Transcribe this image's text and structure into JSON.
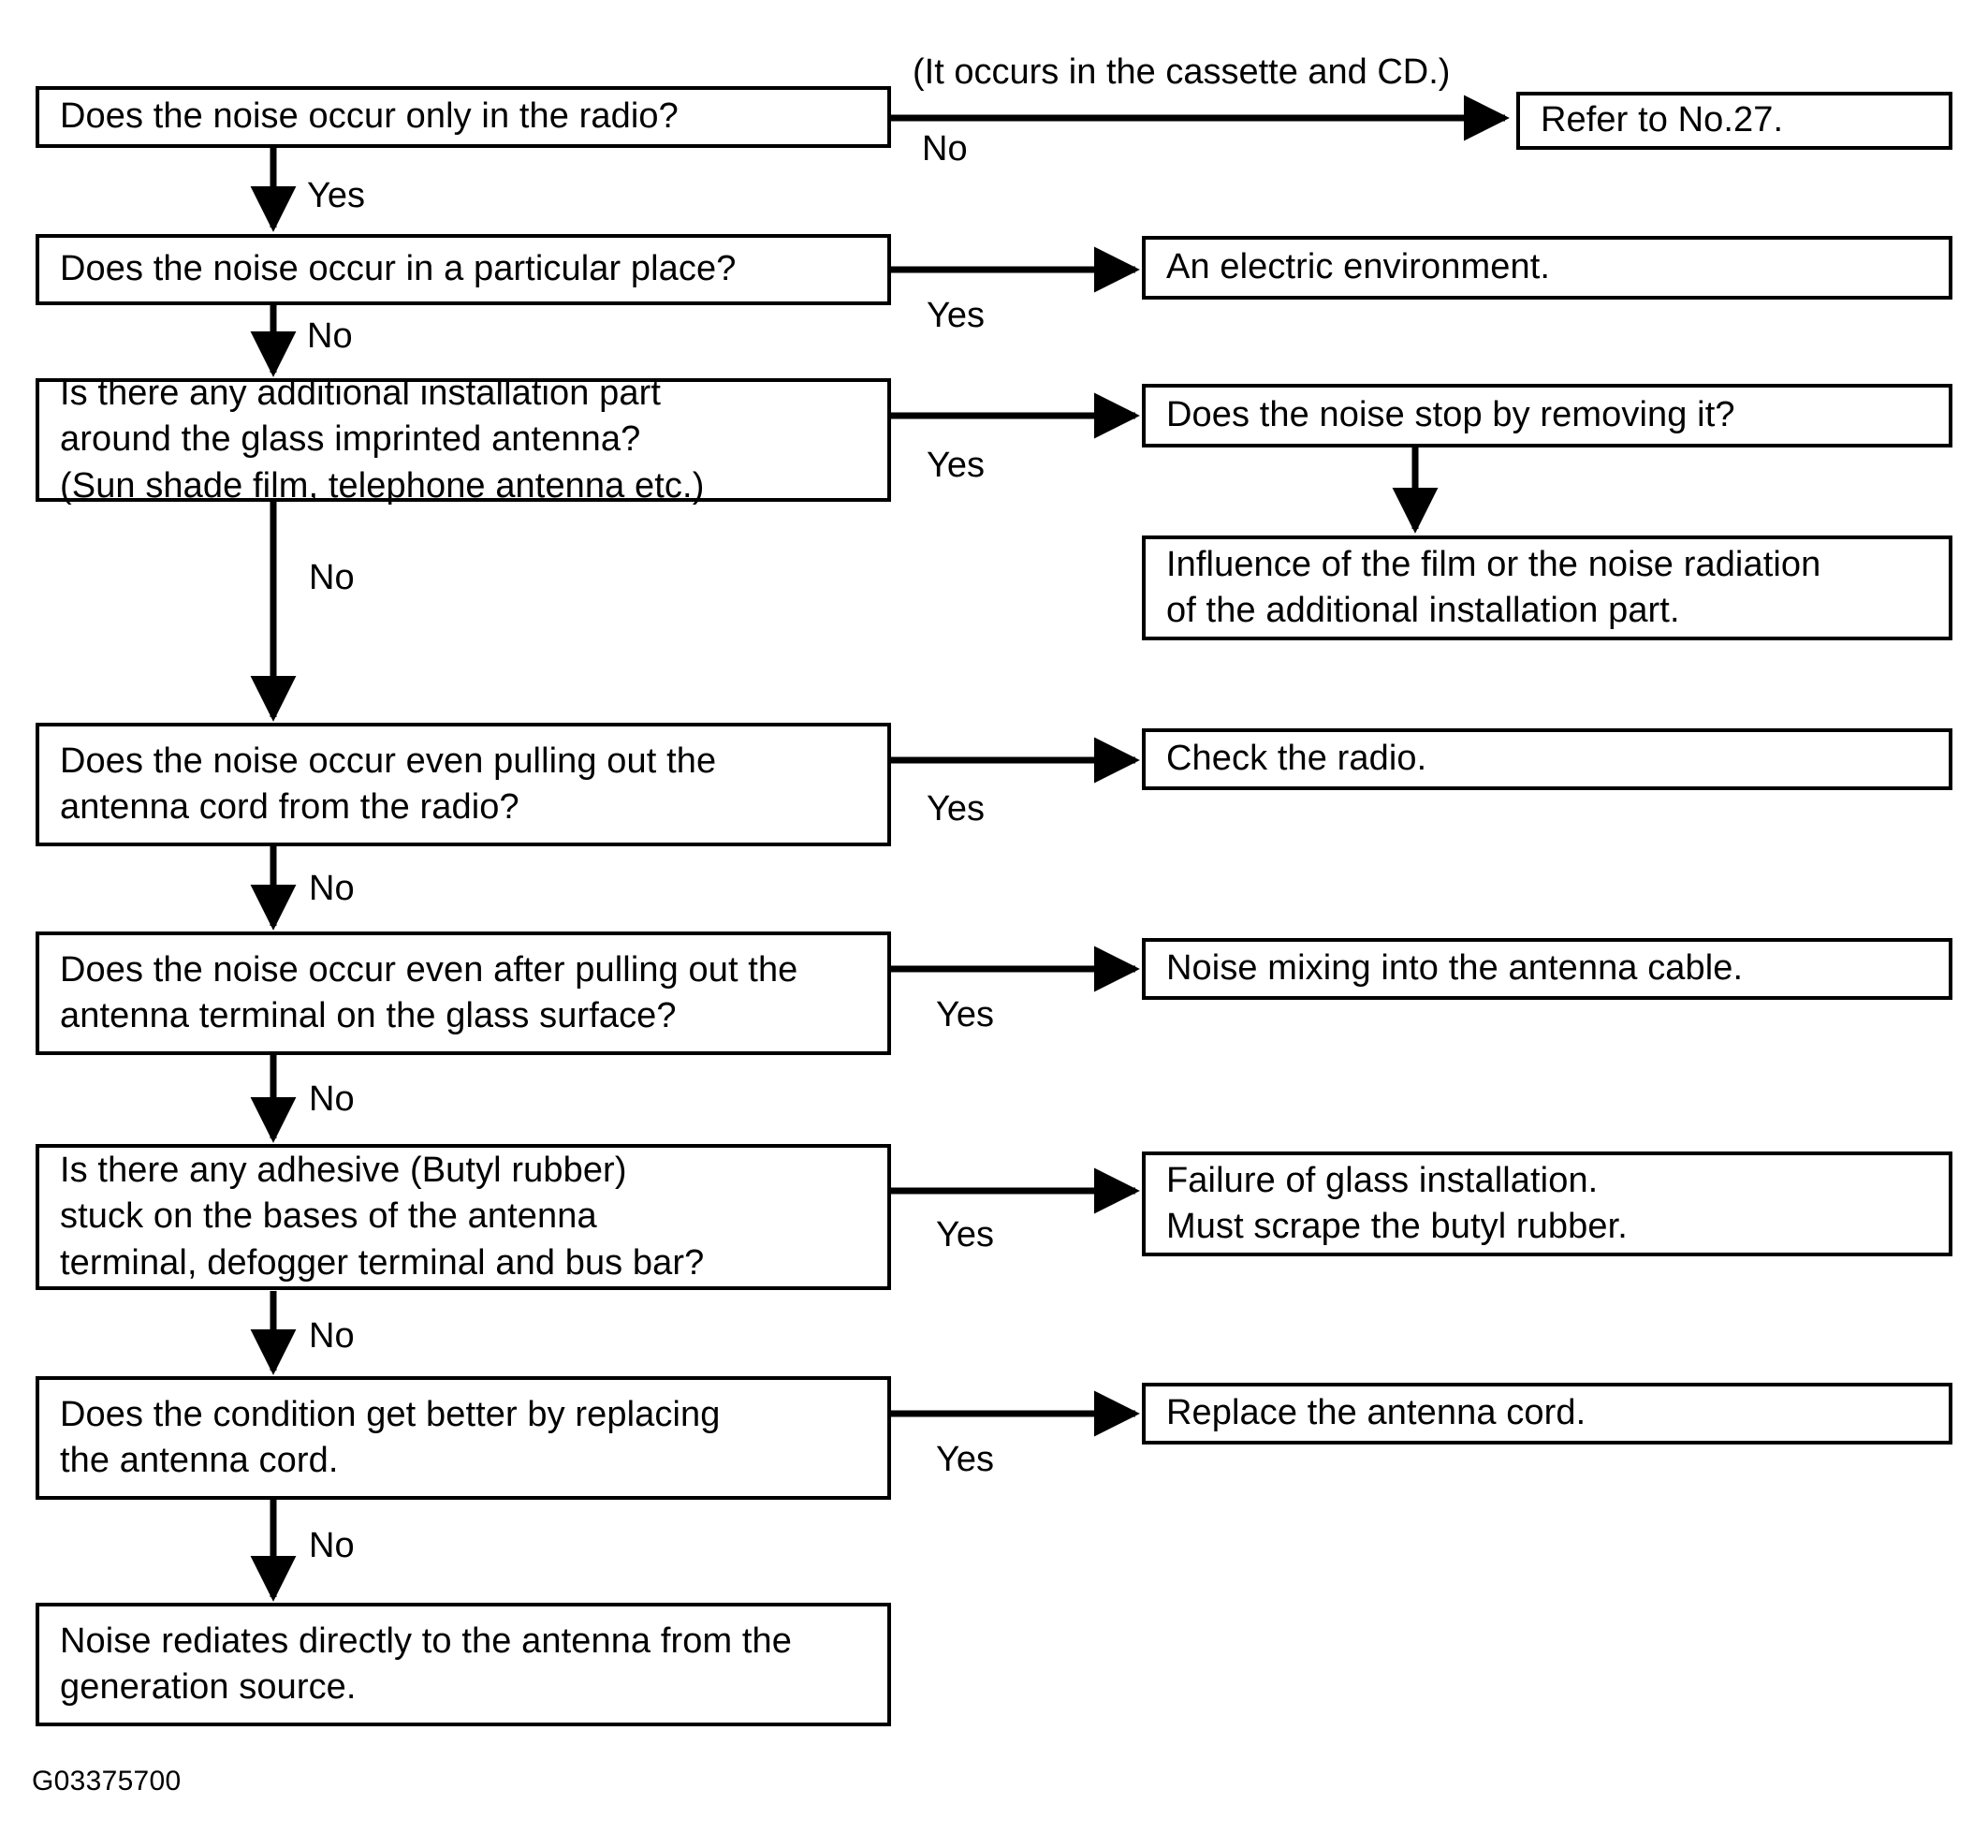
{
  "diagram": {
    "type": "flowchart",
    "title": "Radio noise troubleshooting flowchart",
    "footer_code": "G03375700",
    "annotations": [
      {
        "id": "cassette-cd-note",
        "text": "(It occurs in the cassette and CD.)"
      }
    ],
    "nodes": [
      {
        "id": "q1",
        "text": "Does the noise occur only in the radio?"
      },
      {
        "id": "a1",
        "text": "Refer to No.27."
      },
      {
        "id": "q2",
        "text": "Does the noise occur in a particular place?"
      },
      {
        "id": "a2",
        "text": "An electric environment."
      },
      {
        "id": "q3",
        "text": "Is there any additional installation part\naround the glass imprinted antenna?\n(Sun shade film, telephone antenna etc.)"
      },
      {
        "id": "q3y",
        "text": "Does the noise stop by removing it?"
      },
      {
        "id": "a3",
        "text": "Influence of the film or the noise radiation\nof the additional installation part."
      },
      {
        "id": "q4",
        "text": "Does the noise occur even pulling out the\nantenna cord from the radio?"
      },
      {
        "id": "a4",
        "text": "Check the radio."
      },
      {
        "id": "q5",
        "text": "Does the noise occur even after pulling out the\nantenna terminal on the glass surface?"
      },
      {
        "id": "a5",
        "text": "Noise mixing into the antenna cable."
      },
      {
        "id": "q6",
        "text": "Is there any adhesive (Butyl rubber)\nstuck on the bases of the antenna\nterminal, defogger terminal and bus bar?"
      },
      {
        "id": "a6",
        "text": "Failure of glass installation.\nMust scrape the butyl rubber."
      },
      {
        "id": "q7",
        "text": "Does the condition get better by replacing\nthe antenna cord."
      },
      {
        "id": "a7",
        "text": "Replace the antenna cord."
      },
      {
        "id": "q8",
        "text": "Noise rediates directly to the antenna from the\ngeneration source."
      }
    ],
    "edges": [
      {
        "id": "e1",
        "from": "q1",
        "to": "a1",
        "label": "No"
      },
      {
        "id": "e2",
        "from": "q1",
        "to": "q2",
        "label": "Yes"
      },
      {
        "id": "e3",
        "from": "q2",
        "to": "a2",
        "label": "Yes"
      },
      {
        "id": "e4",
        "from": "q2",
        "to": "q3",
        "label": "No"
      },
      {
        "id": "e5",
        "from": "q3",
        "to": "q3y",
        "label": "Yes"
      },
      {
        "id": "e6",
        "from": "q3y",
        "to": "a3",
        "label": ""
      },
      {
        "id": "e7",
        "from": "q3",
        "to": "q4",
        "label": "No"
      },
      {
        "id": "e8",
        "from": "q4",
        "to": "a4",
        "label": "Yes"
      },
      {
        "id": "e9",
        "from": "q4",
        "to": "q5",
        "label": "No"
      },
      {
        "id": "e10",
        "from": "q5",
        "to": "a5",
        "label": "Yes"
      },
      {
        "id": "e11",
        "from": "q5",
        "to": "q6",
        "label": "No"
      },
      {
        "id": "e12",
        "from": "q6",
        "to": "a6",
        "label": "Yes"
      },
      {
        "id": "e13",
        "from": "q6",
        "to": "q7",
        "label": "No"
      },
      {
        "id": "e14",
        "from": "q7",
        "to": "a7",
        "label": "Yes"
      },
      {
        "id": "e15",
        "from": "q7",
        "to": "q8",
        "label": "No"
      }
    ]
  }
}
